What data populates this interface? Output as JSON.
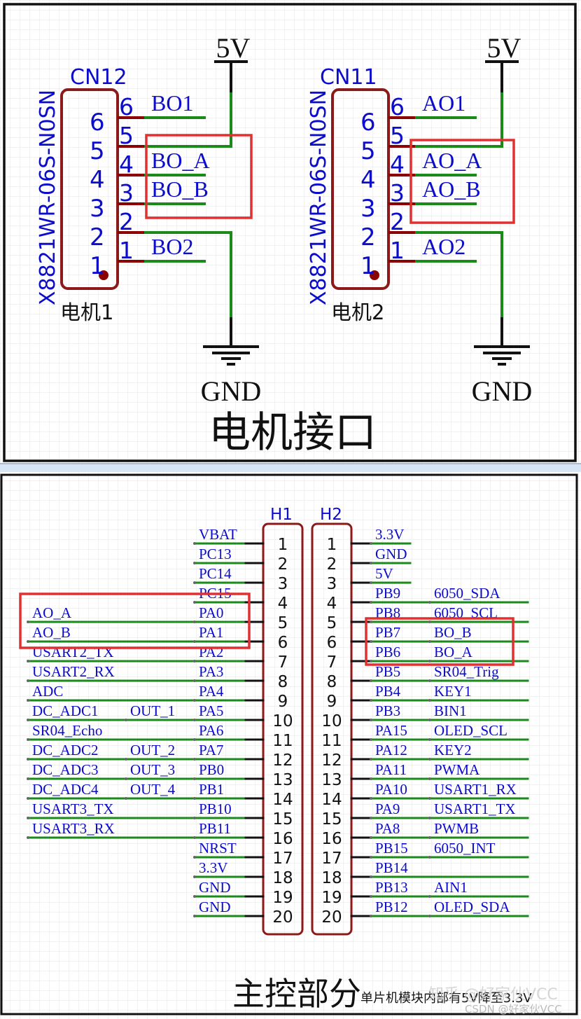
{
  "colors": {
    "wire": "#1a8a1a",
    "pin_stub": "#8b0000",
    "component_outline": "#8b1a1a",
    "net_label": "#0b0ccc",
    "highlight_box": "#e03030",
    "frame": "#111111",
    "grid": "#e2e2e2",
    "divider": "#c8dcf0"
  },
  "motor_section": {
    "title": "电机接口",
    "connectors": [
      {
        "refdes": "CN12",
        "part_number": "X8821WR-06S-N0SN",
        "designator": "电机1",
        "power_label": "5V",
        "ground_label": "GND",
        "pins": [
          {
            "num": "6",
            "inner": "6",
            "net": "BO1"
          },
          {
            "num": "5",
            "inner": "5",
            "net": ""
          },
          {
            "num": "4",
            "inner": "4",
            "net": "BO_A"
          },
          {
            "num": "3",
            "inner": "3",
            "net": "BO_B"
          },
          {
            "num": "2",
            "inner": "2",
            "net": ""
          },
          {
            "num": "1",
            "inner": "1",
            "net": "BO2"
          }
        ]
      },
      {
        "refdes": "CN11",
        "part_number": "X8821WR-06S-N0SN",
        "designator": "电机2",
        "power_label": "5V",
        "ground_label": "GND",
        "pins": [
          {
            "num": "6",
            "inner": "6",
            "net": "AO1"
          },
          {
            "num": "5",
            "inner": "5",
            "net": ""
          },
          {
            "num": "4",
            "inner": "4",
            "net": "AO_A"
          },
          {
            "num": "3",
            "inner": "3",
            "net": "AO_B"
          },
          {
            "num": "2",
            "inner": "2",
            "net": ""
          },
          {
            "num": "1",
            "inner": "1",
            "net": "AO2"
          }
        ]
      }
    ]
  },
  "mcu_section": {
    "title": "主控部分",
    "note": "单片机模块内部有5V降至3.3V",
    "watermark": "知乎 @好家伙VCC",
    "watermark2": "CSDN @好家伙VCC",
    "headers": [
      {
        "refdes": "H1",
        "pins": [
          {
            "num": "1",
            "port": "VBAT",
            "net": ""
          },
          {
            "num": "2",
            "port": "PC13",
            "net": ""
          },
          {
            "num": "3",
            "port": "PC14",
            "net": ""
          },
          {
            "num": "4",
            "port": "PC15",
            "net": ""
          },
          {
            "num": "5",
            "port": "PA0",
            "net": "AO_A"
          },
          {
            "num": "6",
            "port": "PA1",
            "net": "AO_B"
          },
          {
            "num": "7",
            "port": "PA2",
            "net": "USART2_TX"
          },
          {
            "num": "8",
            "port": "PA3",
            "net": "USART2_RX"
          },
          {
            "num": "9",
            "port": "PA4",
            "net": "ADC"
          },
          {
            "num": "10",
            "port": "PA5",
            "net": "DC_ADC1",
            "net2": "OUT_1"
          },
          {
            "num": "11",
            "port": "PA6",
            "net": "SR04_Echo"
          },
          {
            "num": "12",
            "port": "PA7",
            "net": "DC_ADC2",
            "net2": "OUT_2"
          },
          {
            "num": "13",
            "port": "PB0",
            "net": "DC_ADC3",
            "net2": "OUT_3"
          },
          {
            "num": "14",
            "port": "PB1",
            "net": "DC_ADC4",
            "net2": "OUT_4"
          },
          {
            "num": "15",
            "port": "PB10",
            "net": "USART3_TX"
          },
          {
            "num": "16",
            "port": "PB11",
            "net": "USART3_RX"
          },
          {
            "num": "17",
            "port": "NRST",
            "net": ""
          },
          {
            "num": "18",
            "port": "3.3V",
            "net": ""
          },
          {
            "num": "19",
            "port": "GND",
            "net": ""
          },
          {
            "num": "20",
            "port": "GND",
            "net": ""
          }
        ]
      },
      {
        "refdes": "H2",
        "pins": [
          {
            "num": "1",
            "port": "3.3V",
            "net": ""
          },
          {
            "num": "2",
            "port": "GND",
            "net": ""
          },
          {
            "num": "3",
            "port": "5V",
            "net": ""
          },
          {
            "num": "4",
            "port": "PB9",
            "net": "6050_SDA"
          },
          {
            "num": "5",
            "port": "PB8",
            "net": "6050_SCL"
          },
          {
            "num": "6",
            "port": "PB7",
            "net": "BO_B"
          },
          {
            "num": "7",
            "port": "PB6",
            "net": "BO_A"
          },
          {
            "num": "8",
            "port": "PB5",
            "net": "SR04_Trig"
          },
          {
            "num": "9",
            "port": "PB4",
            "net": "KEY1"
          },
          {
            "num": "10",
            "port": "PB3",
            "net": "BIN1"
          },
          {
            "num": "11",
            "port": "PA15",
            "net": "OLED_SCL"
          },
          {
            "num": "12",
            "port": "PA12",
            "net": "KEY2"
          },
          {
            "num": "13",
            "port": "PA11",
            "net": "PWMA"
          },
          {
            "num": "14",
            "port": "PA10",
            "net": "USART1_RX"
          },
          {
            "num": "15",
            "port": "PA9",
            "net": "USART1_TX"
          },
          {
            "num": "16",
            "port": "PA8",
            "net": "PWMB"
          },
          {
            "num": "17",
            "port": "PB15",
            "net": "6050_INT"
          },
          {
            "num": "18",
            "port": "PB14",
            "net": ""
          },
          {
            "num": "19",
            "port": "PB13",
            "net": "AIN1"
          },
          {
            "num": "20",
            "port": "PB12",
            "net": "OLED_SDA"
          }
        ]
      }
    ]
  }
}
